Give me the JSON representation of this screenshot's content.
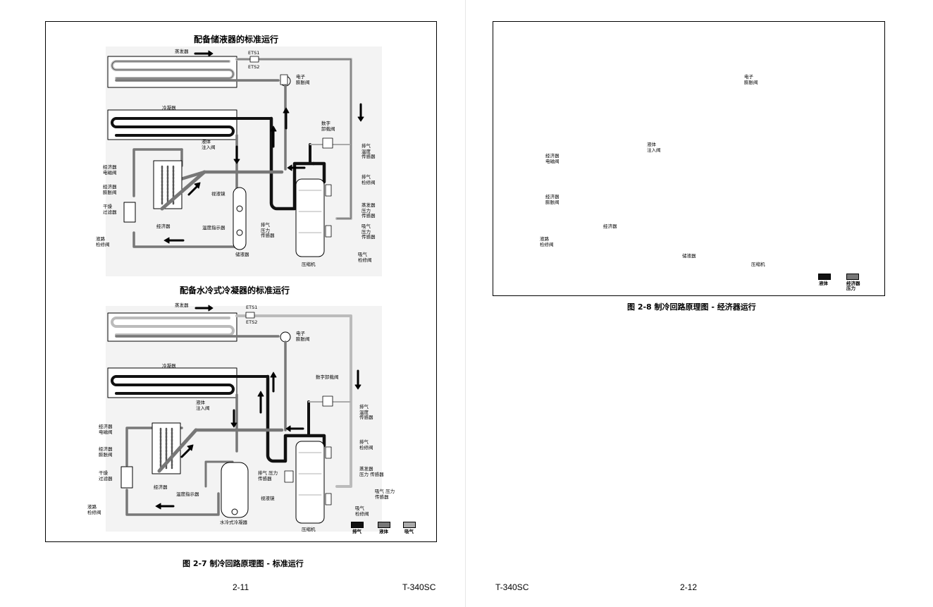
{
  "left_page": {
    "title_top": "配备储液器的标准运行",
    "title_bottom": "配备水冷式冷凝器的标准运行",
    "caption": "图 2-7 制冷回路原理图 - 标准运行",
    "page_number": "2-11",
    "doc_id": "T-340SC",
    "top_diagram_labels": {
      "evaporator": "蒸发器",
      "ets1": "ETS1",
      "ets2": "ETS2",
      "expansion_valve": "电子\n膨胀阀",
      "condenser": "冷凝器",
      "liquid_injection_valve": "液体\n注入阀",
      "digital_unloader": "数字\n卸载阀",
      "econ_solenoid": "经济器\n电磁阀",
      "econ_expansion": "经济器\n膨胀阀",
      "filter_drier": "干燥\n过滤器",
      "sight_glass": "视液镜",
      "discharge_temp_sensor": "排气\n温度\n传感器",
      "discharge_check_valve": "排气\n检修阀",
      "evap_pressure_sensor": "蒸发器\n压力\n传感器",
      "suction_pressure_sensor": "吸气\n压力\n传感器",
      "temp_indicator": "温度指示器",
      "economizer": "经济器",
      "liquid_line_valve": "液路\n检修阀",
      "receiver": "储液器",
      "discharge_pressure_sensor": "排气\n压力\n传感器",
      "compressor": "压缩机",
      "suction_check_valve": "吸气\n检修阀"
    },
    "bottom_diagram_labels": {
      "evaporator": "蒸发器",
      "ets1": "ETS1",
      "ets2": "ETS2",
      "expansion_valve": "电子\n膨胀阀",
      "condenser": "冷凝器",
      "digital_unloader": "数字卸载阀",
      "liquid_injection_valve": "液体\n注入阀",
      "discharge_temp_sensor": "排气\n温度\n传感器",
      "econ_solenoid": "经济器\n电磁阀",
      "econ_expansion": "经济器\n膨胀阀",
      "discharge_check_valve": "排气\n检修阀",
      "filter_drier": "干燥\n过滤器",
      "discharge_pressure_sensor": "排气 压力\n传感器",
      "evap_pressure_sensor": "蒸发器\n压力 传感器",
      "economizer": "经济器",
      "temp_indicator": "温度指示器",
      "sight_glass": "视液镜",
      "suction_pressure_sensor": "吸气 压力\n传感器",
      "liquid_line_valve": "液路\n检修阀",
      "suction_check_valve": "吸气\n检修阀",
      "water_cooled_condenser": "水冷式冷凝器",
      "compressor": "压缩机"
    },
    "legend": [
      {
        "label": "排气",
        "color": "#111111"
      },
      {
        "label": "液体",
        "color": "#777777"
      },
      {
        "label": "吸气",
        "color": "#aaaaaa"
      }
    ]
  },
  "right_page": {
    "caption": "图 2-8 制冷回路原理图 - 经济器运行",
    "page_number": "2-12",
    "doc_id": "T-340SC",
    "diagram_labels": {
      "expansion_valve": "电子\n膨胀阀",
      "liquid_injection_valve": "液体\n注入阀",
      "econ_solenoid": "经济器\n电磁阀",
      "econ_expansion": "经济器\n膨胀阀",
      "economizer": "经济器",
      "liquid_line_valve": "液路\n检修阀",
      "receiver": "储液器",
      "compressor": "压缩机"
    },
    "legend": [
      {
        "label": "液体",
        "color": "#111111"
      },
      {
        "label": "经济器\n压力",
        "color": "#777777"
      }
    ]
  }
}
